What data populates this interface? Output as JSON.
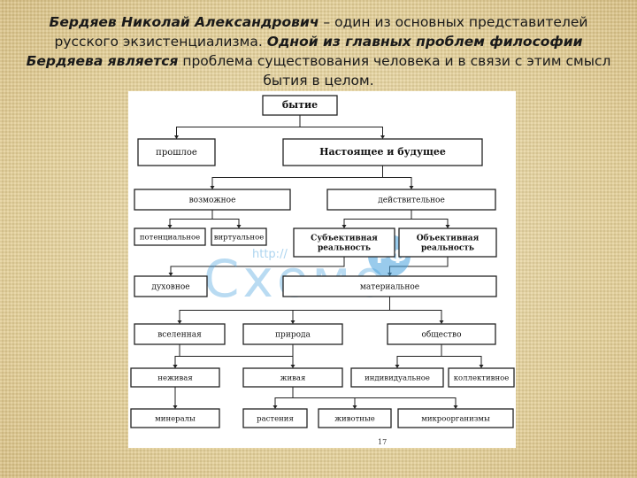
{
  "slide": {
    "text_1": "Бердяев Николай Александрович",
    "text_2": " – один из основных представителей русского экзистенциализма. ",
    "text_3": "Одной из главных проблем философии Бердяева является",
    "text_4": " проблема существования человека и в связи с этим смысл бытия в целом."
  },
  "diagram": {
    "nodes": [
      {
        "id": "bytie",
        "label": "бытие"
      },
      {
        "id": "proshloe",
        "label": "прошлое"
      },
      {
        "id": "nastoyashchee",
        "label": "Настоящее и будущее"
      },
      {
        "id": "vozmozhnoe",
        "label": "возможное"
      },
      {
        "id": "deystvitelnoe",
        "label": "действительное"
      },
      {
        "id": "potentsialnoe",
        "label": "потенциальное"
      },
      {
        "id": "virtualnoe",
        "label": "виртуальное"
      },
      {
        "id": "subektivnaya",
        "label": "Субъективная реальность"
      },
      {
        "id": "obektivnaya",
        "label": "Объективная реальность"
      },
      {
        "id": "dukhovnoe",
        "label": "духовное"
      },
      {
        "id": "materialnoe",
        "label": "материальное"
      },
      {
        "id": "vselennaya",
        "label": "вселенная"
      },
      {
        "id": "priroda",
        "label": "природа"
      },
      {
        "id": "obshchestvo",
        "label": "общество"
      },
      {
        "id": "nezhivaya",
        "label": "неживая"
      },
      {
        "id": "zhivaya",
        "label": "живая"
      },
      {
        "id": "individualnoe",
        "label": "индивидуальное"
      },
      {
        "id": "kollektivnoe",
        "label": "коллективное"
      },
      {
        "id": "mineraly",
        "label": "минералы"
      },
      {
        "id": "rasteniya",
        "label": "растения"
      },
      {
        "id": "zhivotnye",
        "label": "животные"
      },
      {
        "id": "mikroorganizmy",
        "label": "микроорганизмы"
      }
    ],
    "edges": [
      [
        "bytie",
        "proshloe"
      ],
      [
        "bytie",
        "nastoyashchee"
      ],
      [
        "nastoyashchee",
        "vozmozhnoe"
      ],
      [
        "nastoyashchee",
        "deystvitelnoe"
      ],
      [
        "vozmozhnoe",
        "potentsialnoe"
      ],
      [
        "vozmozhnoe",
        "virtualnoe"
      ],
      [
        "deystvitelnoe",
        "subektivnaya"
      ],
      [
        "deystvitelnoe",
        "obektivnaya"
      ],
      [
        "subektivnaya",
        "dukhovnoe"
      ],
      [
        "obektivnaya",
        "materialnoe"
      ],
      [
        "materialnoe",
        "vselennaya"
      ],
      [
        "materialnoe",
        "priroda"
      ],
      [
        "materialnoe",
        "obshchestvo"
      ],
      [
        "vselennaya",
        "nezhivaya"
      ],
      [
        "priroda",
        "nezhivaya"
      ],
      [
        "priroda",
        "zhivaya"
      ],
      [
        "obshchestvo",
        "individualnoe"
      ],
      [
        "obshchestvo",
        "kollektivnoe"
      ],
      [
        "nezhivaya",
        "mineraly"
      ],
      [
        "zhivaya",
        "rasteniya"
      ],
      [
        "zhivaya",
        "zhivotnye"
      ],
      [
        "zhivaya",
        "mikroorganizmy"
      ]
    ],
    "page_number": "17"
  },
  "watermark": {
    "url": "http://",
    "logo": "Схемо",
    "badge": "РФ",
    "color": "#46a0dc"
  }
}
